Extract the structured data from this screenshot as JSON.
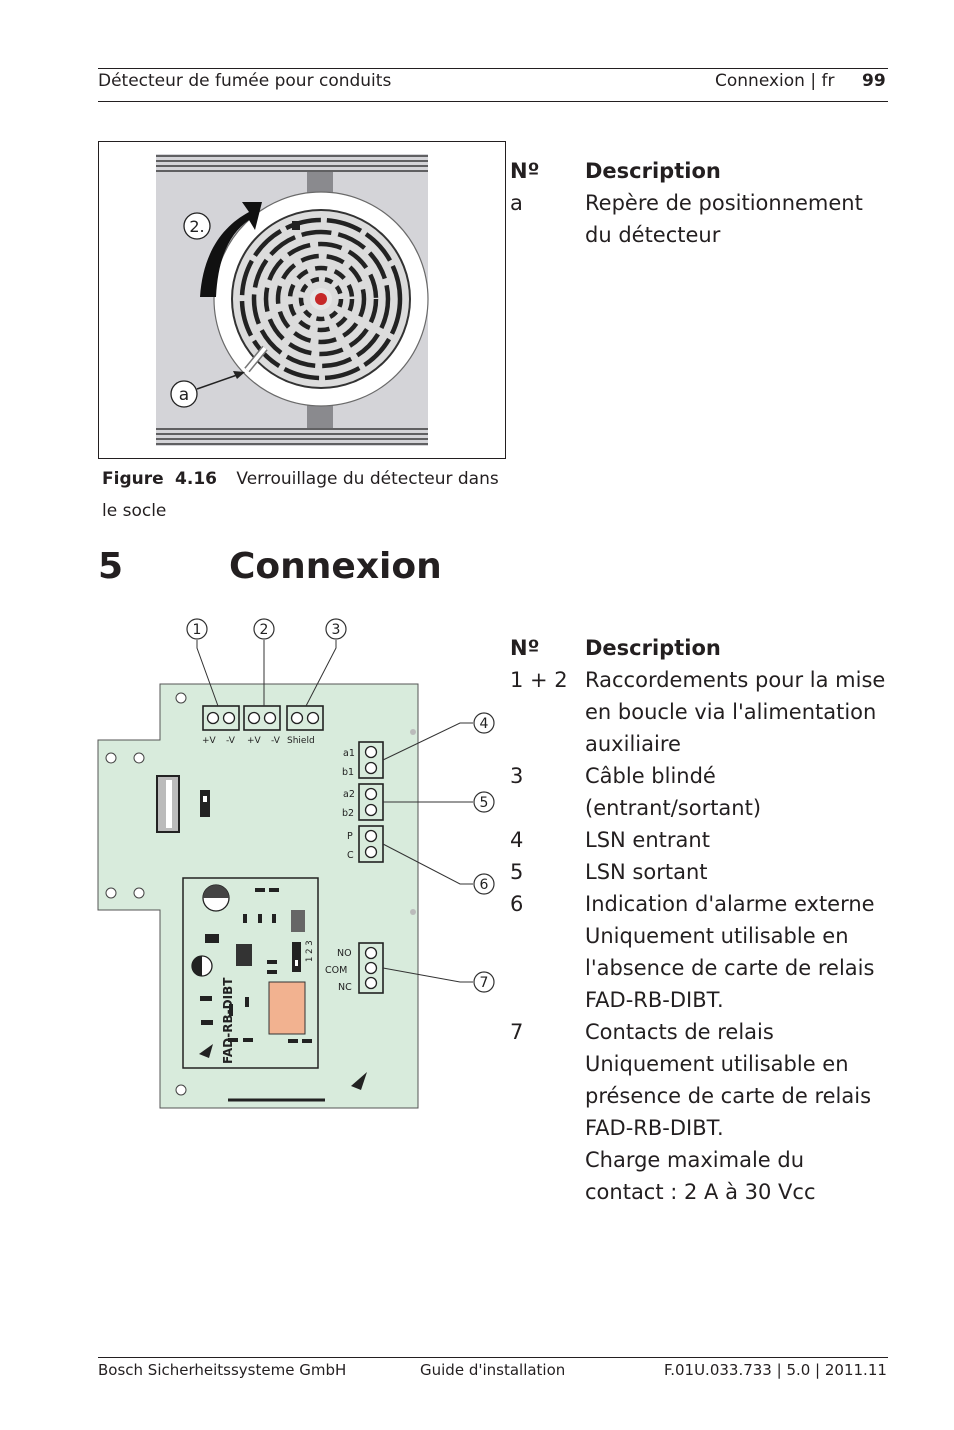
{
  "header": {
    "title": "Détecteur de fumée pour conduits",
    "section": "Connexion | fr",
    "page": "99"
  },
  "figure1": {
    "labels": {
      "step": "2.",
      "marker": "a"
    },
    "caption_label": "Figure",
    "caption_number": "4.16",
    "caption_text": "Verrouillage du détecteur dans",
    "caption_text2": "le socle"
  },
  "table1": {
    "head_no": "Nº",
    "head_desc": "Description",
    "rows": [
      {
        "no": "a",
        "desc": [
          "Repère de positionnement",
          "du détecteur"
        ]
      }
    ]
  },
  "chapter": {
    "number": "5",
    "title": "Connexion"
  },
  "figure2": {
    "callouts": [
      "1",
      "2",
      "3",
      "4",
      "5",
      "6",
      "7"
    ],
    "terminal_labels": {
      "plus_v_1": "+V",
      "minus_v_1": "-V",
      "plus_v_2": "+V",
      "minus_v_2": "-V",
      "shield": "Shield",
      "a1": "a1",
      "b1": "b1",
      "a2": "a2",
      "b2": "b2",
      "p": "P",
      "c": "C",
      "no": "NO",
      "com": "COM",
      "nc": "NC"
    },
    "board_label": "FAD-RB-DIBT",
    "jumper_numbers": "1 2 3"
  },
  "table2": {
    "head_no": "Nº",
    "head_desc": "Description",
    "rows": [
      {
        "no": "1 + 2",
        "desc": [
          "Raccordements pour la mise",
          "en boucle via l'alimentation",
          "auxiliaire"
        ]
      },
      {
        "no": "3",
        "desc": [
          "Câble blindé",
          "(entrant/sortant)"
        ]
      },
      {
        "no": "4",
        "desc": [
          "LSN entrant"
        ]
      },
      {
        "no": "5",
        "desc": [
          "LSN sortant"
        ]
      },
      {
        "no": "6",
        "desc": [
          "Indication d'alarme externe",
          "Uniquement utilisable en",
          "l'absence de carte de relais",
          "FAD-RB-DIBT."
        ]
      },
      {
        "no": "7",
        "desc": [
          "Contacts de relais",
          "Uniquement utilisable en",
          "présence de carte de relais",
          "FAD-RB-DIBT.",
          "Charge maximale du",
          "contact : 2 A à 30 Vcc"
        ]
      }
    ]
  },
  "footer": {
    "company": "Bosch Sicherheitssysteme GmbH",
    "doc": "Guide d'installation",
    "ref": "F.01U.033.733 | 5.0 | 2011.11"
  }
}
